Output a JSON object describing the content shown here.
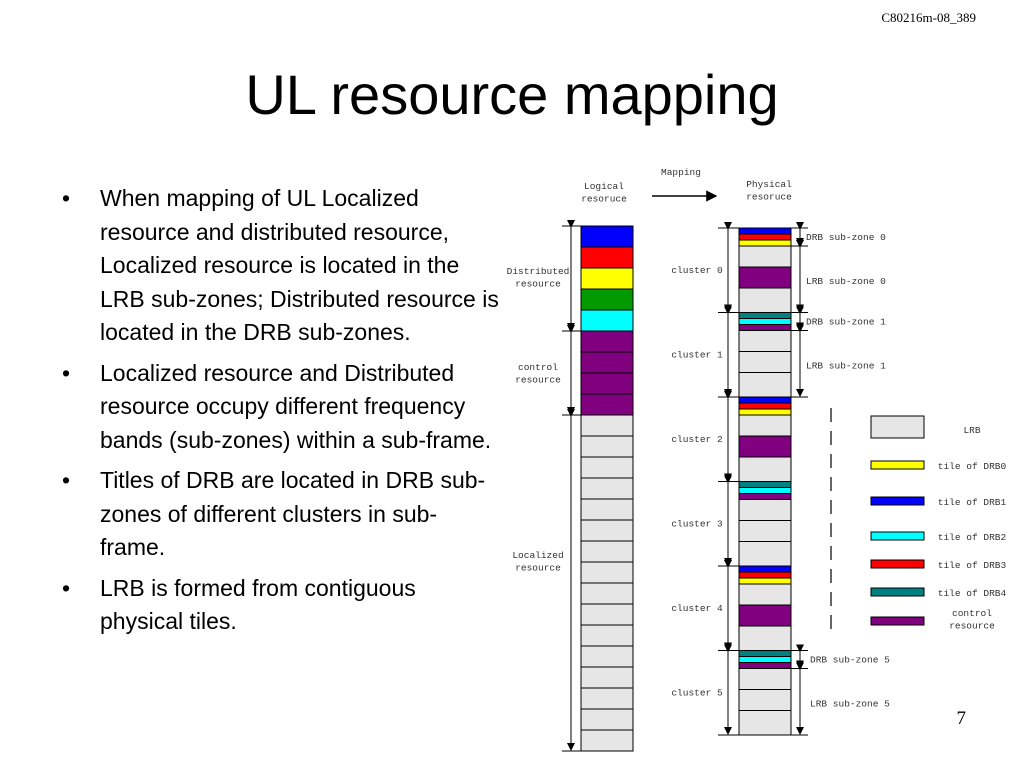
{
  "header": {
    "doc_id": "C80216m-08_389",
    "title": "UL resource mapping",
    "page_number": "7"
  },
  "bullets": [
    "When mapping of UL Localized resource and distributed resource, Localized resource is located in the LRB sub-zones; Distributed resource is located in the DRB sub-zones.",
    "Localized resource and Distributed resource occupy different frequency bands (sub-zones) within a sub-frame.",
    "Titles of DRB are located in DRB sub-zones of different clusters in sub-frame.",
    "LRB is formed from contiguous physical tiles."
  ],
  "colors": {
    "lrb": "#e6e6e6",
    "drb0": "#ffff00",
    "drb1": "#0000ff",
    "drb2": "#00ffff",
    "drb3": "#ff0000",
    "drb4": "#009900",
    "drb4_physical": "#008080",
    "control": "#800080",
    "outline": "#000000"
  },
  "diagram": {
    "mapping_label": "Mapping",
    "logical_label": [
      "Logical",
      "resoruce"
    ],
    "physical_label": [
      "Physical",
      "resoruce"
    ],
    "logical_groups": [
      {
        "label": [
          "Distributed",
          "resource"
        ]
      },
      {
        "label": [
          "control",
          "resource"
        ]
      },
      {
        "label": [
          "Localized",
          "resource"
        ]
      }
    ],
    "logical_cells": [
      "drb1",
      "drb3",
      "drb0",
      "drb4",
      "drb2",
      "control",
      "control",
      "control",
      "control",
      "lrb",
      "lrb",
      "lrb",
      "lrb",
      "lrb",
      "lrb",
      "lrb",
      "lrb",
      "lrb",
      "lrb",
      "lrb",
      "lrb",
      "lrb",
      "lrb",
      "lrb",
      "lrb"
    ],
    "clusters": [
      {
        "label": "cluster 0",
        "drb_zone": "DRB sub-zone 0",
        "lrb_zone": "LRB sub-zone 0"
      },
      {
        "label": "cluster 1",
        "drb_zone": "DRB sub-zone 1",
        "lrb_zone": "LRB sub-zone 1"
      },
      {
        "label": "cluster 2"
      },
      {
        "label": "cluster 3"
      },
      {
        "label": "cluster 4"
      },
      {
        "label": "cluster 5",
        "drb_zone": "DRB sub-zone 5",
        "lrb_zone": "LRB sub-zone 5"
      }
    ],
    "physical_cells": [
      [
        "drb1",
        "drb3",
        "drb0",
        "lrb",
        "control",
        "lrb"
      ],
      [
        "drb4_physical",
        "drb2",
        "control",
        "lrb",
        "lrb",
        "lrb"
      ],
      [
        "drb1",
        "drb3",
        "drb0",
        "lrb",
        "control",
        "lrb"
      ],
      [
        "drb4_physical",
        "drb2",
        "control",
        "lrb",
        "lrb",
        "lrb"
      ],
      [
        "drb1",
        "drb3",
        "drb0",
        "lrb",
        "control",
        "lrb"
      ],
      [
        "drb4_physical",
        "drb2",
        "control",
        "lrb",
        "lrb",
        "lrb"
      ]
    ],
    "legend": [
      {
        "key": "lrb",
        "label": [
          "LRB"
        ]
      },
      {
        "key": "drb0",
        "label": [
          "tile of DRB0"
        ]
      },
      {
        "key": "drb1",
        "label": [
          "tile of DRB1"
        ]
      },
      {
        "key": "drb2",
        "label": [
          "tile of DRB2"
        ]
      },
      {
        "key": "drb3",
        "label": [
          "tile of DRB3"
        ]
      },
      {
        "key": "drb4_physical",
        "label": [
          "tile of DRB4"
        ]
      },
      {
        "key": "control",
        "label": [
          "control",
          "resource"
        ]
      }
    ]
  }
}
